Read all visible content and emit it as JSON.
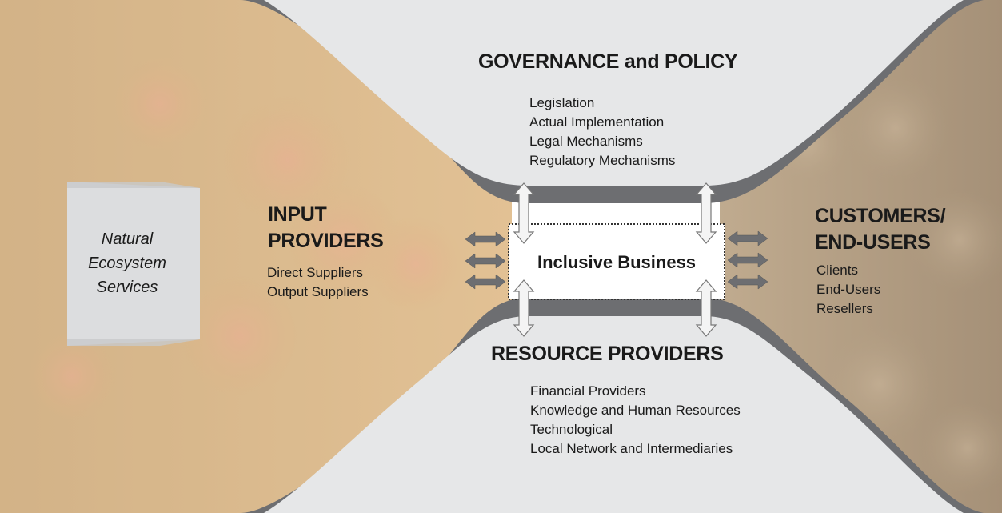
{
  "governance": {
    "title": "GOVERNANCE and POLICY",
    "items": [
      "Legislation",
      "Actual Implementation",
      "Legal Mechanisms",
      "Regulatory Mechanisms"
    ]
  },
  "resource_providers": {
    "title": "RESOURCE PROVIDERS",
    "items": [
      "Financial Providers",
      "Knowledge and Human Resources",
      "Technological",
      "Local Network and Intermediaries"
    ]
  },
  "input_providers": {
    "title_line1": "INPUT",
    "title_line2": "PROVIDERS",
    "items": [
      "Direct Suppliers",
      "Output Suppliers"
    ]
  },
  "customers": {
    "title_line1": "CUSTOMERS/",
    "title_line2": "END-USERS",
    "items": [
      "Clients",
      "End-Users",
      "Resellers"
    ]
  },
  "center": {
    "label": "Inclusive Business"
  },
  "natural": {
    "line1": "Natural",
    "line2": "Ecosystem",
    "line3": "Services"
  },
  "colors": {
    "left_background": "#cf9a55",
    "right_background": "#9a8060",
    "panel": "#e6e7e8",
    "curve_band": "#6d6e71",
    "arrow_fill": "#6d6e71",
    "vertical_arrow_fill": "#f4f4f4"
  },
  "icons": [
    "bidirectional-arrow-icon",
    "vertical-bidirectional-arrow-icon"
  ]
}
